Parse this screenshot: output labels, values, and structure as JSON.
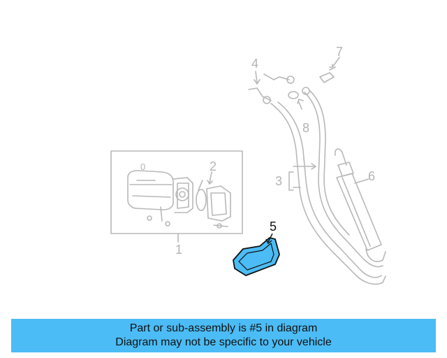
{
  "diagram": {
    "callouts": {
      "c1": "1",
      "c2": "2",
      "c3": "3",
      "c4": "4",
      "c5": "5",
      "c6": "6",
      "c7": "7",
      "c8": "8",
      "c0": "0"
    },
    "highlighted_part": "5",
    "colors": {
      "line_gray": "#b8b8b8",
      "highlight_fill": "#4bbcf5",
      "highlight_stroke": "#111111"
    }
  },
  "banner": {
    "line1": "Part or sub-assembly is #5 in diagram",
    "line2": "Diagram may not be specific to your vehicle",
    "color": "#4bbcf5"
  }
}
